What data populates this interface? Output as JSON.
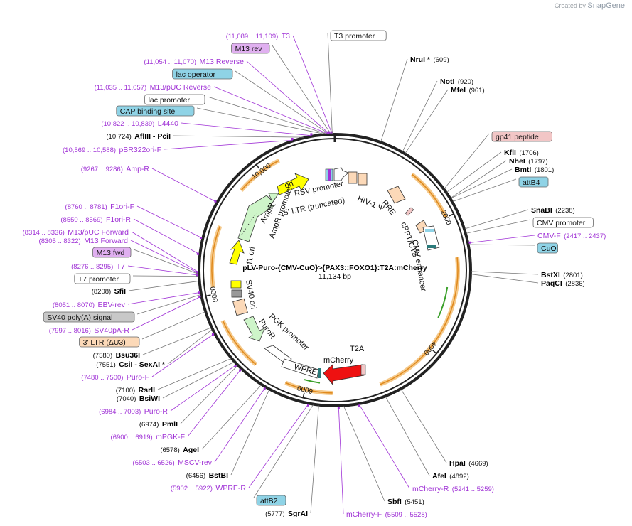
{
  "brand": {
    "created_by": "Created by",
    "name": "SnapGene"
  },
  "plasmid": {
    "name": "pLV-Puro-{CMV-CuO}>{PAX3::FOXO1}:T2A:mCherry",
    "length": "11,134 bp"
  },
  "ticks": [
    "2000",
    "4000",
    "6000",
    "8000",
    "10,000"
  ],
  "enzymes": [
    {
      "name": "NruI *",
      "pos": "(609)"
    },
    {
      "name": "NotI",
      "pos": "(920)"
    },
    {
      "name": "MfeI",
      "pos": "(961)"
    },
    {
      "name": "KflI",
      "pos": "(1706)"
    },
    {
      "name": "NheI",
      "pos": "(1797)"
    },
    {
      "name": "BmtI",
      "pos": "(1801)"
    },
    {
      "name": "SnaBI",
      "pos": "(2238)"
    },
    {
      "name": "BstXI",
      "pos": "(2801)"
    },
    {
      "name": "PaqCI",
      "pos": "(2836)"
    },
    {
      "name": "HpaI",
      "pos": "(4669)"
    },
    {
      "name": "AfeI",
      "pos": "(4892)"
    },
    {
      "name": "SbfI",
      "pos": "(5451)"
    },
    {
      "name": "SgrAI",
      "pos": "(5777)"
    },
    {
      "name": "BstBI",
      "pos": "(6456)"
    },
    {
      "name": "AgeI",
      "pos": "(6578)"
    },
    {
      "name": "PmlI",
      "pos": "(6974)"
    },
    {
      "name": "BsiWI",
      "pos": "(7040)"
    },
    {
      "name": "RsrII",
      "pos": "(7100)"
    },
    {
      "name": "CsiI - SexAI *",
      "pos": "(7551)"
    },
    {
      "name": "Bsu36I",
      "pos": "(7580)"
    },
    {
      "name": "SfiI",
      "pos": "(8208)"
    },
    {
      "name": "AflIII - PciI",
      "pos": "(10,724)"
    }
  ],
  "primers": [
    {
      "name": "T3",
      "pos": "(11,089 .. 11,109)"
    },
    {
      "name": "M13 Reverse",
      "pos": "(11,054 .. 11,070)"
    },
    {
      "name": "M13/pUC Reverse",
      "pos": "(11,035 .. 11,057)"
    },
    {
      "name": "L4440",
      "pos": "(10,822 .. 10,839)"
    },
    {
      "name": "pBR322ori-F",
      "pos": "(10,569 .. 10,588)"
    },
    {
      "name": "Amp-R",
      "pos": "(9267 .. 9286)"
    },
    {
      "name": "F1ori-F",
      "pos": "(8760 .. 8781)"
    },
    {
      "name": "F1ori-R",
      "pos": "(8550 .. 8569)"
    },
    {
      "name": "M13/pUC Forward",
      "pos": "(8314 .. 8336)"
    },
    {
      "name": "M13 Forward",
      "pos": "(8305 .. 8322)"
    },
    {
      "name": "T7",
      "pos": "(8276 .. 8295)"
    },
    {
      "name": "EBV-rev",
      "pos": "(8051 .. 8070)"
    },
    {
      "name": "SV40pA-R",
      "pos": "(7997 .. 8016)"
    },
    {
      "name": "Puro-F",
      "pos": "(7480 .. 7500)"
    },
    {
      "name": "Puro-R",
      "pos": "(6984 .. 7003)"
    },
    {
      "name": "mPGK-F",
      "pos": "(6900 .. 6919)"
    },
    {
      "name": "MSCV-rev",
      "pos": "(6503 .. 6526)"
    },
    {
      "name": "WPRE-R",
      "pos": "(5902 .. 5922)"
    },
    {
      "name": "mCherry-F",
      "pos": "(5509 .. 5528)"
    },
    {
      "name": "mCherry-R",
      "pos": "(5241 .. 5259)"
    },
    {
      "name": "CMV-F",
      "pos": "(2417 .. 2437)"
    }
  ],
  "boxed_labels": [
    {
      "name": "T3 promoter",
      "color": "#ffffff"
    },
    {
      "name": "M13 rev",
      "color": "#e0b0f0"
    },
    {
      "name": "lac operator",
      "color": "#8fd3e6"
    },
    {
      "name": "lac promoter",
      "color": "#ffffff"
    },
    {
      "name": "CAP binding site",
      "color": "#8fd3e6"
    },
    {
      "name": "gp41 peptide",
      "color": "#f2c6c6"
    },
    {
      "name": "attB4",
      "color": "#8fd3e6"
    },
    {
      "name": "CMV promoter",
      "color": "#ffffff"
    },
    {
      "name": "CuO",
      "color": "#8fd3e6"
    },
    {
      "name": "M13 fwd",
      "color": "#e0b0f0"
    },
    {
      "name": "T7 promoter",
      "color": "#ffffff"
    },
    {
      "name": "SV40 poly(A) signal",
      "color": "#c8c8c8"
    },
    {
      "name": "3' LTR (ΔU3)",
      "color": "#fcd9b8"
    },
    {
      "name": "attB2",
      "color": "#8fd3e6"
    }
  ],
  "inner_features": [
    "ori",
    "AmpR",
    "AmpR promoter",
    "f1 ori",
    "SV40 ori",
    "PGK promoter",
    "PuroR",
    "WPRE",
    "mCherry",
    "T2A",
    "RSV promoter",
    "5' LTR (truncated)",
    "HIV-1 Ψ",
    "RRE",
    "cPPT/CTS",
    "CMV enhancer"
  ],
  "colors": {
    "primer": "#a033d6",
    "backbone": "#222222",
    "orf": "#f29a2e",
    "yellow": "#ffff00",
    "green_feature": "#cef5c9",
    "mcherry": "#ee1111"
  }
}
